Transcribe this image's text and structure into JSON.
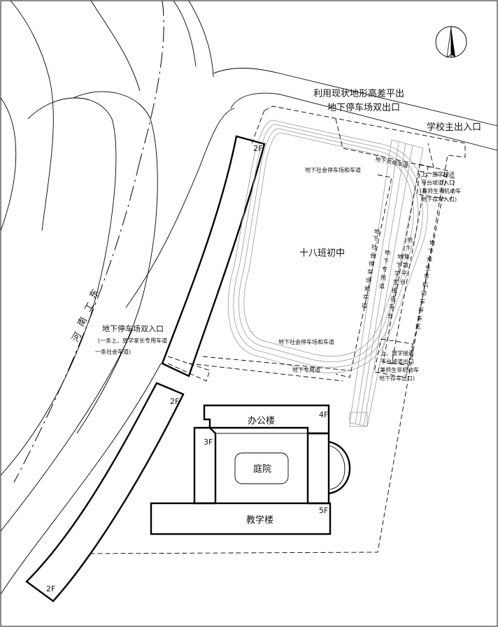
{
  "labels": {
    "river": [
      "东",
      "工",
      "南",
      "河"
    ],
    "exit_note": [
      "利用现状地形高差平出",
      "地下停车场双出口"
    ],
    "main_gate": "学校主出入口",
    "school_name": "十八班初中",
    "underground_shared_road": "地下共用车道",
    "social_parking_top": "地下社会停车场和车道",
    "social_parking_bottom": "地下社会停车场和车道",
    "dedicated_road_bottom": "地下专用道",
    "social_parking_vertical": [
      "地",
      "下",
      "社",
      "会",
      "停",
      "车",
      "场",
      "和",
      "车",
      "道"
    ],
    "dedicated_road_vertical": [
      "地",
      "下",
      "专",
      "用",
      "道"
    ],
    "student_platform_vertical": [
      "地",
      "下",
      "学",
      "生",
      "接",
      "送",
      "平",
      "台"
    ],
    "dispersal_platform_vertical": [
      "地",
      "下",
      "集",
      "散",
      "平",
      "台"
    ],
    "teacher_parking_vertical": [
      "地",
      "下",
      "师",
      "生",
      "非",
      "机",
      "动",
      "车",
      "存",
      "车",
      "区"
    ],
    "pickup_entrance": [
      "上、放学接送",
      "平台坡道入口",
      "(兼师生非机动车",
      "地下存车入口)"
    ],
    "pickup_exit": [
      "上、放学接送",
      "平台坡道出口",
      "(兼师生非机动车",
      "地下存车出口)"
    ],
    "west_entrance": [
      "地下停车场双入口",
      "(一条上、放学家长专用车道",
      "一条社会车道)"
    ],
    "office_building": "办公楼",
    "teaching_building": "教学楼",
    "courtyard": "庭院",
    "floors": {
      "strip_top": "2F",
      "strip_mid": "2F",
      "strip_bottom": "2F",
      "office": "4F",
      "west_wing": "3F",
      "teaching": "5F"
    }
  }
}
